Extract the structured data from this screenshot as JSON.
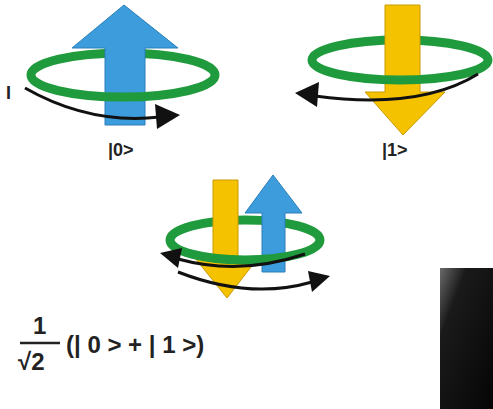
{
  "diagram": {
    "labels": [
      "I",
      "|0>",
      "|1>",
      "1",
      "√2",
      "(| 0 > + | 1 >)"
    ]
  }
}
